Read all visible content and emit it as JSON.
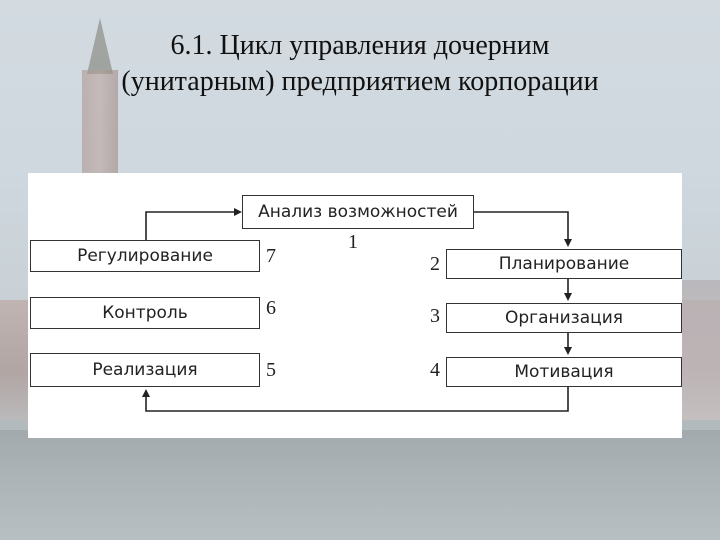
{
  "title": {
    "line1": "6.1. Цикл управления дочерним",
    "line2": "(унитарным) предприятием корпорации"
  },
  "diagram": {
    "boxes": {
      "analysis": "Анализ возможностей",
      "planning": "Планирование",
      "organization": "Организация",
      "motivation": "Мотивация",
      "realization": "Реализация",
      "control": "Контроль",
      "regulation": "Регулирование"
    },
    "numbers": {
      "analysis": "1",
      "planning": "2",
      "organization": "3",
      "motivation": "4",
      "realization": "5",
      "control": "6",
      "regulation": "7"
    }
  }
}
